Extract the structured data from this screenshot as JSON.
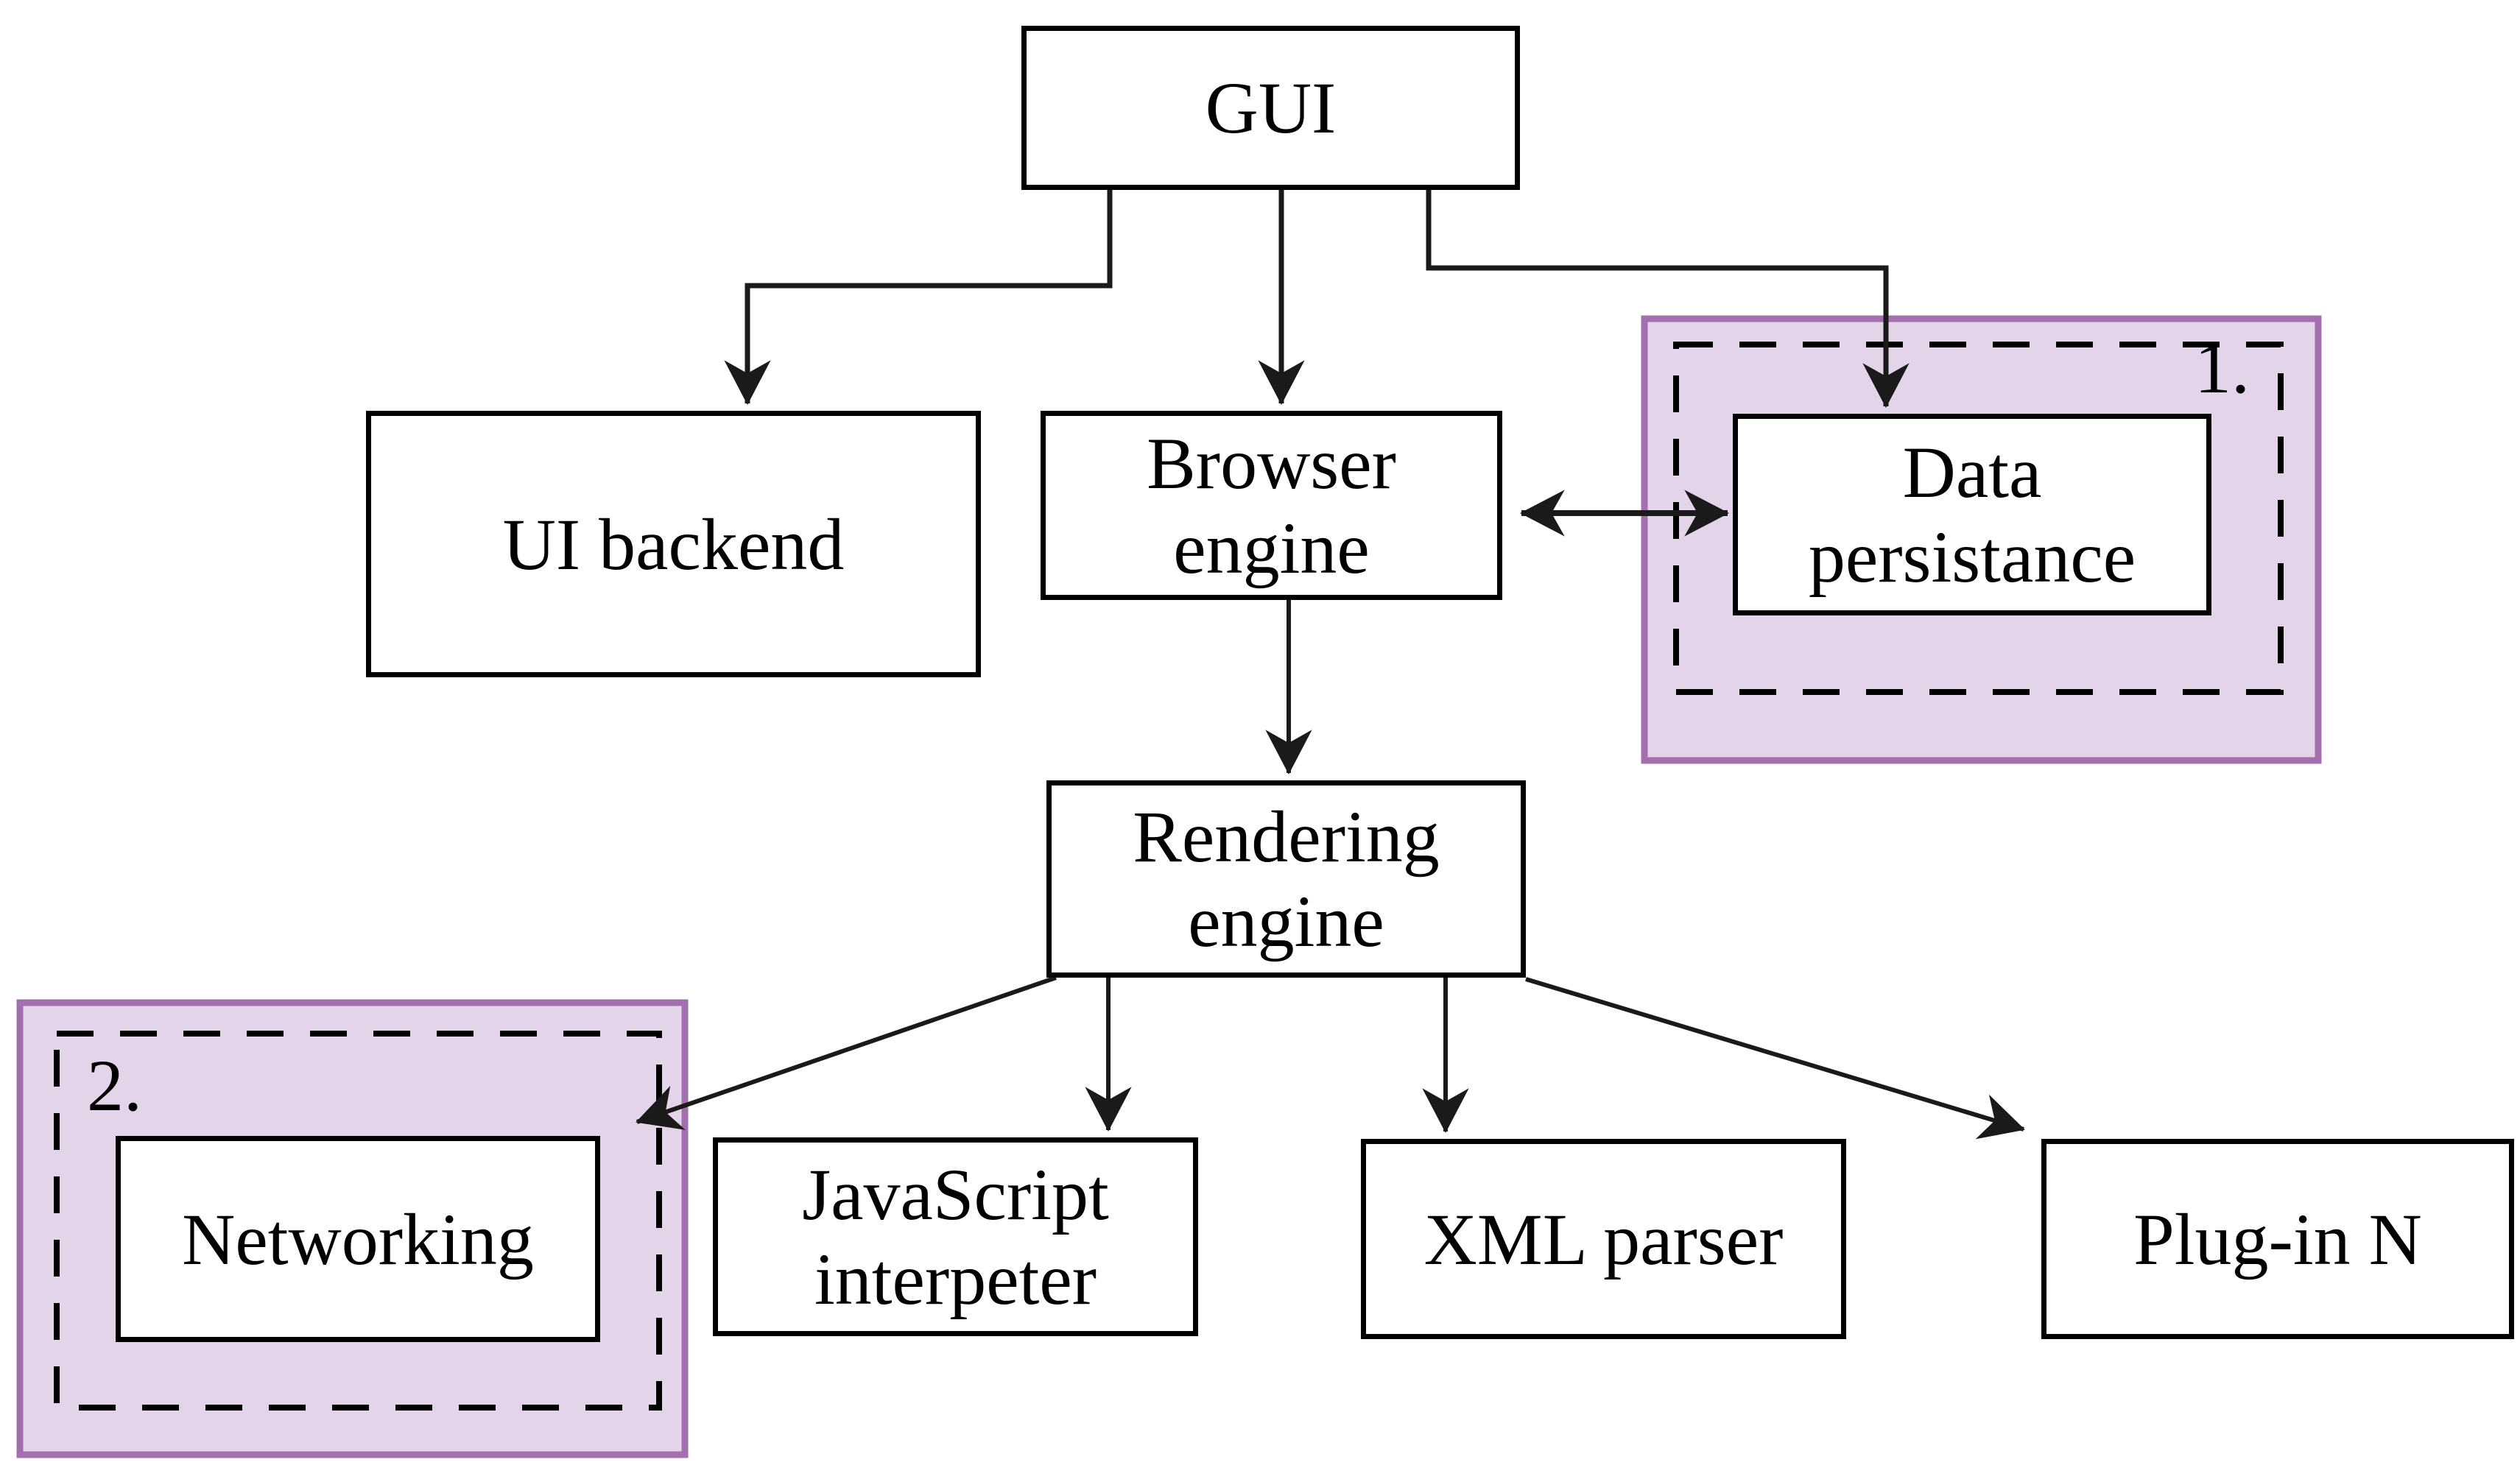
{
  "diagram": {
    "nodes": {
      "gui": {
        "label": "GUI"
      },
      "ui_backend": {
        "label": "UI backend"
      },
      "browser_engine": {
        "lines": [
          "Browser",
          "engine"
        ]
      },
      "data_persistance": {
        "lines": [
          "Data",
          "persistance"
        ]
      },
      "rendering_engine": {
        "lines": [
          "Rendering",
          "engine"
        ]
      },
      "networking": {
        "label": "Networking"
      },
      "javascript_interpreter": {
        "lines": [
          "JavaScript",
          "interpeter"
        ]
      },
      "xml_parser": {
        "label": "XML parser"
      },
      "plugin_n": {
        "label": "Plug-in N"
      }
    },
    "annotations": {
      "group1_label": "1.",
      "group2_label": "2."
    },
    "edges": [
      {
        "from": "gui",
        "to": "ui_backend",
        "style": "elbow-arrow"
      },
      {
        "from": "gui",
        "to": "browser_engine",
        "style": "straight-arrow"
      },
      {
        "from": "gui",
        "to": "data_persistance",
        "style": "elbow-arrow"
      },
      {
        "from": "browser_engine",
        "to": "data_persistance",
        "style": "double-arrow"
      },
      {
        "from": "browser_engine",
        "to": "rendering_engine",
        "style": "straight-arrow"
      },
      {
        "from": "rendering_engine",
        "to": "networking",
        "style": "diagonal-arrow"
      },
      {
        "from": "rendering_engine",
        "to": "javascript_interpreter",
        "style": "straight-arrow"
      },
      {
        "from": "rendering_engine",
        "to": "xml_parser",
        "style": "straight-arrow"
      },
      {
        "from": "rendering_engine",
        "to": "plugin_n",
        "style": "diagonal-arrow"
      }
    ],
    "colors": {
      "highlight_fill": "#e3d4e9",
      "highlight_border": "#a36fae",
      "line": "#1a1a1a",
      "box_bg": "#ffffff",
      "text": "#000000"
    }
  }
}
